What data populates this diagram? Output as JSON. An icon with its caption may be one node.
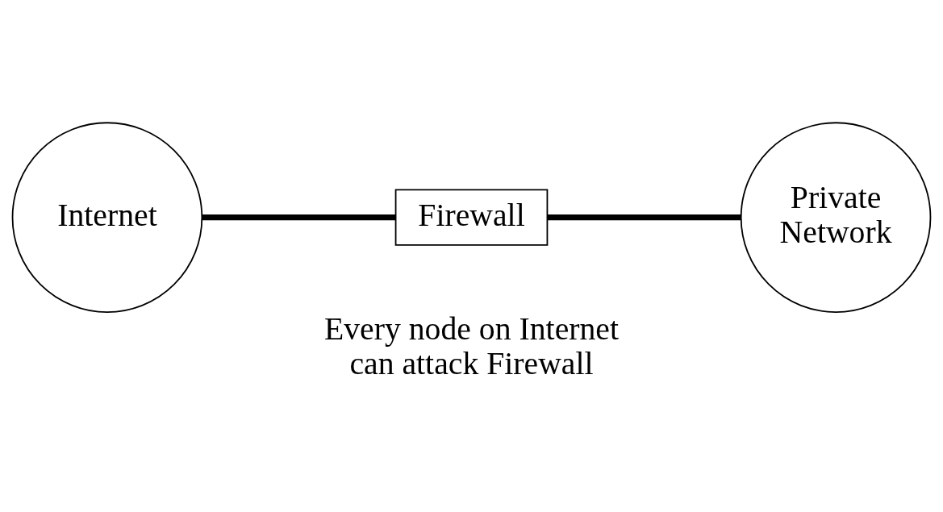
{
  "diagram": {
    "nodes": [
      {
        "text": [
          "Internet"
        ]
      },
      {
        "text": [
          "Firewall"
        ]
      },
      {
        "text": [
          "Private Network"
        ]
      }
    ],
    "edges": [
      {
        "from": 0,
        "to": 1,
        "arrow": "none"
      },
      {
        "from": 1,
        "to": 2,
        "arrow": "none"
      }
    ],
    "labels": [
      "Every node on Internet can attack Firewall"
    ]
  }
}
